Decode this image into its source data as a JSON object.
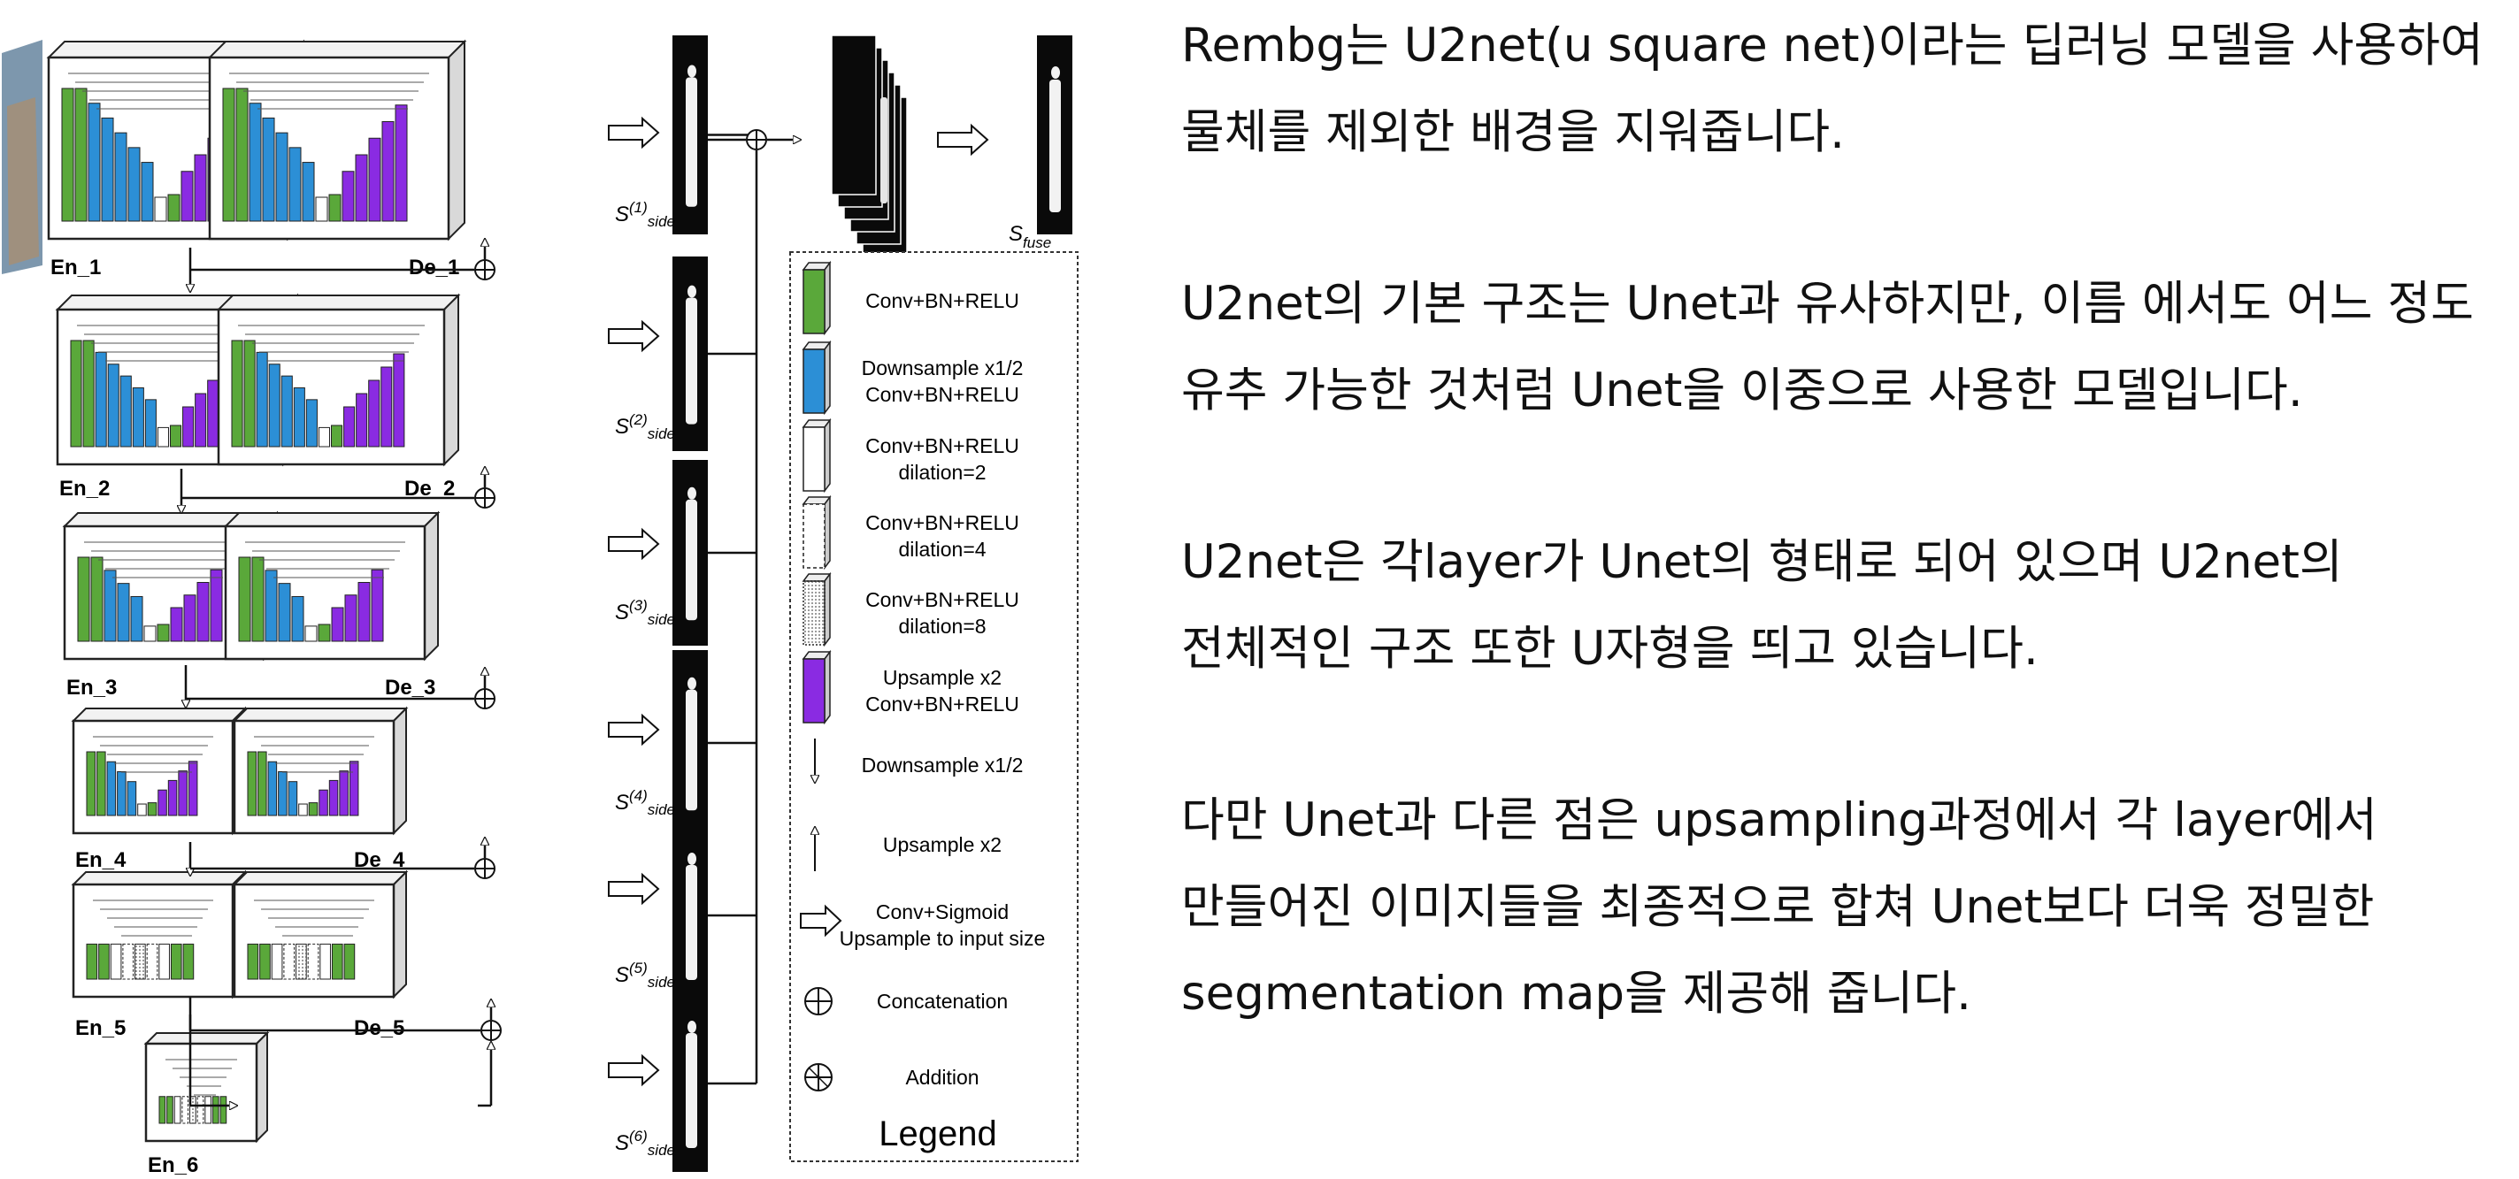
{
  "diagram": {
    "encoders": [
      "En_1",
      "En_2",
      "En_3",
      "En_4",
      "En_5",
      "En_6"
    ],
    "decoders": [
      "De_1",
      "De_2",
      "De_3",
      "De_4",
      "De_5"
    ],
    "side_outputs": [
      {
        "base": "S",
        "sup": "(1)",
        "sub": "side"
      },
      {
        "base": "S",
        "sup": "(2)",
        "sub": "side"
      },
      {
        "base": "S",
        "sup": "(3)",
        "sub": "side"
      },
      {
        "base": "S",
        "sup": "(4)",
        "sub": "side"
      },
      {
        "base": "S",
        "sup": "(5)",
        "sub": "side"
      },
      {
        "base": "S",
        "sup": "(6)",
        "sub": "side"
      }
    ],
    "fuse_output": {
      "base": "S",
      "sub": "fuse"
    },
    "legend": {
      "title": "Legend",
      "items": [
        {
          "icon": "green-conv-block-icon",
          "lines": [
            "Conv+BN+RELU"
          ]
        },
        {
          "icon": "blue-downsample-block-icon",
          "lines": [
            "Downsample x1/2",
            "Conv+BN+RELU"
          ]
        },
        {
          "icon": "white-dilation-block-icon",
          "lines": [
            "Conv+BN+RELU",
            "dilation=2"
          ]
        },
        {
          "icon": "dashed-dilation-block-icon",
          "lines": [
            "Conv+BN+RELU",
            "dilation=4"
          ]
        },
        {
          "icon": "dotted-dilation-block-icon",
          "lines": [
            "Conv+BN+RELU",
            "dilation=8"
          ]
        },
        {
          "icon": "purple-upsample-block-icon",
          "lines": [
            "Upsample x2",
            "Conv+BN+RELU"
          ]
        },
        {
          "icon": "down-arrow-icon",
          "lines": [
            "Downsample x1/2"
          ]
        },
        {
          "icon": "up-arrow-icon",
          "lines": [
            "Upsample x2"
          ]
        },
        {
          "icon": "hollow-right-arrow-icon",
          "lines": [
            "Conv+Sigmoid",
            "Upsample to input size"
          ]
        },
        {
          "icon": "concatenation-icon",
          "lines": [
            "Concatenation"
          ]
        },
        {
          "icon": "addition-icon",
          "lines": [
            "Addition"
          ]
        }
      ]
    },
    "colors": {
      "conv": "#5aa83a",
      "downsample": "#2c8fd6",
      "upsample": "#8a2be2",
      "line": "#111111"
    }
  },
  "description": {
    "paragraphs": [
      {
        "lines": [
          "Rembg는 U2net(u square net)이라는 딥러닝 모델을 사용하여",
          "물체를 제외한 배경을 지워줍니다."
        ]
      },
      {
        "lines": [
          "U2net의 기본 구조는 Unet과 유사하지만, 이름 에서도 어느 정도",
          "유추 가능한 것처럼 Unet을 이중으로 사용한 모델입니다."
        ]
      },
      {
        "lines": [
          "U2net은 각layer가 Unet의 형태로 되어 있으며 U2net의",
          "전체적인 구조 또한 U자형을 띄고 있습니다."
        ]
      },
      {
        "lines": [
          "다만 Unet과 다른 점은 upsampling과정에서 각 layer에서",
          "만들어진 이미지들을 최종적으로 합쳐 Unet보다 더욱 정밀한",
          "segmentation map을 제공해 줍니다."
        ]
      }
    ]
  }
}
